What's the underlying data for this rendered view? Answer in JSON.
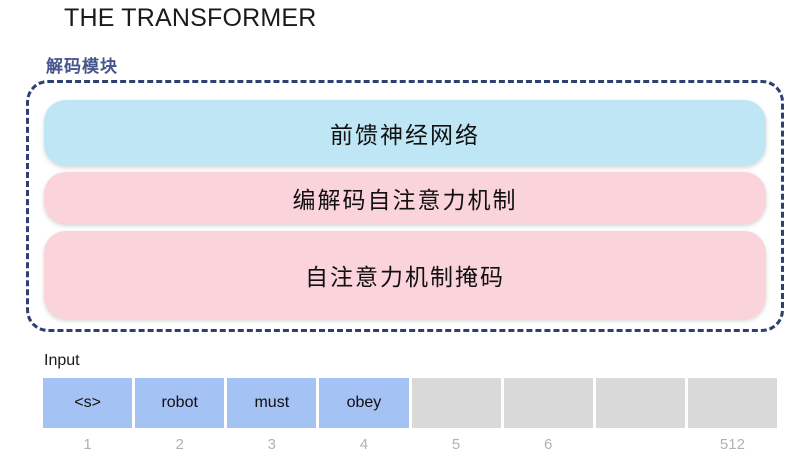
{
  "title": "THE TRANSFORMER",
  "decoder": {
    "label": "解码模块",
    "border_color": "#2e3f72",
    "layers": [
      {
        "name": "feed-forward",
        "text": "前馈神经网络",
        "color": "#bfe6f5"
      },
      {
        "name": "encoder-decoder-attention",
        "text": "编解码自注意力机制",
        "color": "#fbd3da"
      },
      {
        "name": "masked-self-attention",
        "text": "自注意力机制掩码",
        "color": "#fbd3da"
      }
    ]
  },
  "input": {
    "label": "Input",
    "filled_color": "#a4c2f4",
    "empty_color": "#d9d9d9",
    "cells": [
      {
        "text": "<s>",
        "filled": true
      },
      {
        "text": "robot",
        "filled": true
      },
      {
        "text": "must",
        "filled": true
      },
      {
        "text": "obey",
        "filled": true
      },
      {
        "text": "",
        "filled": false
      },
      {
        "text": "",
        "filled": false
      },
      {
        "text": "",
        "filled": false
      },
      {
        "text": "",
        "filled": false
      }
    ],
    "indices": [
      "1",
      "2",
      "3",
      "4",
      "5",
      "6",
      "",
      "512"
    ]
  }
}
